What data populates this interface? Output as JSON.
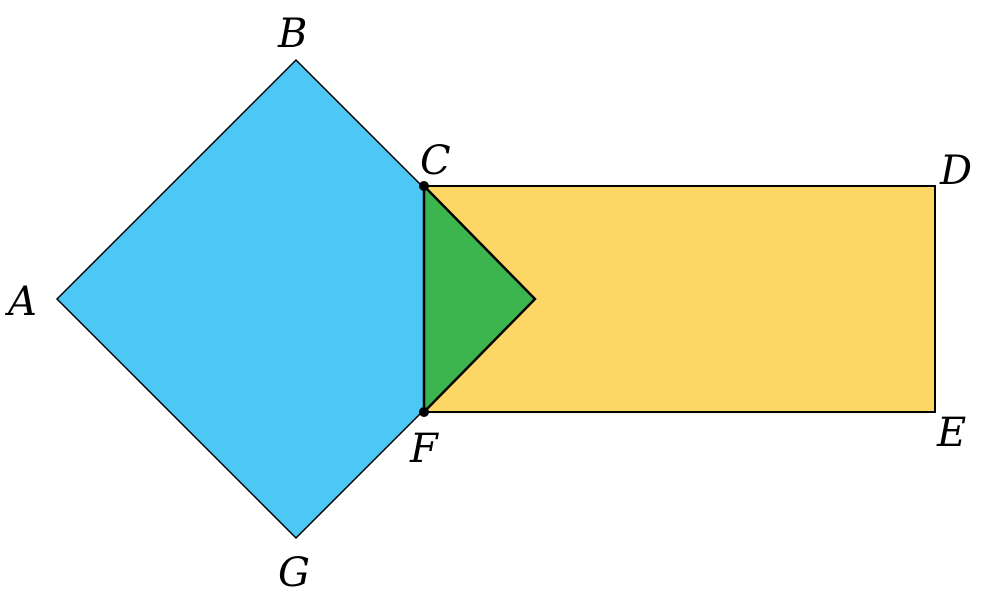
{
  "colors": {
    "square": "#4dc8f5",
    "rectangle": "#fdd766",
    "triangle": "#3cb54f",
    "stroke": "#000000"
  },
  "labels": {
    "A": "A",
    "B": "B",
    "C": "C",
    "D": "D",
    "E": "E",
    "F": "F",
    "G": "G"
  }
}
